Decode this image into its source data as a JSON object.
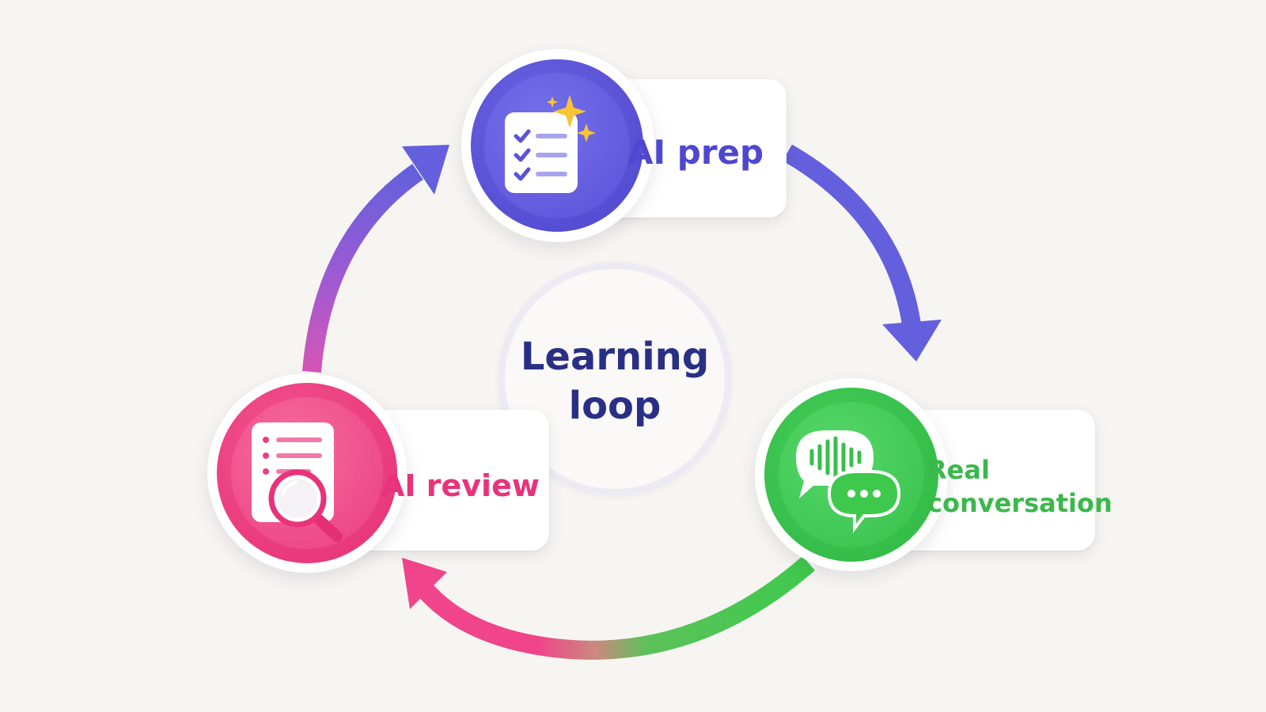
{
  "center": {
    "line1": "Learning",
    "line2": "loop"
  },
  "steps": [
    {
      "id": "prep",
      "line1": "AI prep",
      "color": "#4f47cf",
      "icon": "checklist-sparkle-icon"
    },
    {
      "id": "conversation",
      "line1": "Real",
      "line2": "conversation",
      "color": "#3bb84c",
      "icon": "chat-bubbles-icon"
    },
    {
      "id": "review",
      "line1": "AI review",
      "color": "#e8337a",
      "icon": "document-search-icon"
    }
  ],
  "colors": {
    "background": "#f7f5f2",
    "center_text": "#2a2f86",
    "purple": "#6460dd",
    "green": "#3ec94c",
    "pink": "#f0458a"
  }
}
